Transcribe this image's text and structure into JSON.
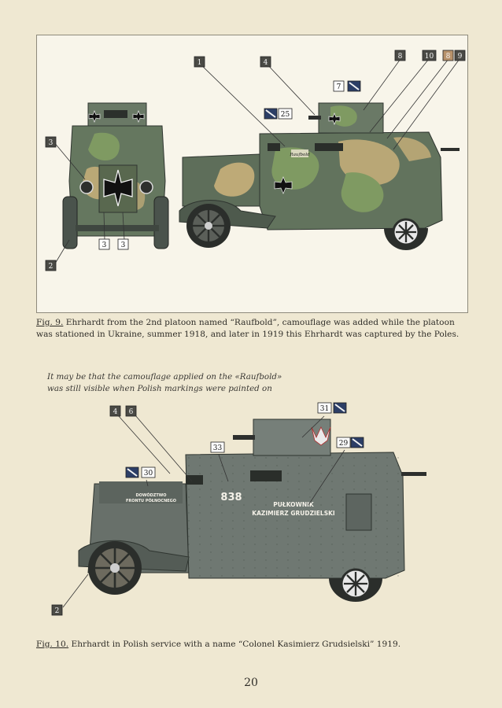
{
  "figure1": {
    "caption_fig": "Fig. 9.",
    "caption_text": " Ehrhardt from the 2nd platoon named “Raufbold”, camouflage was added while the platoon was stationed in Ukraine, summer 1918, and later in 1919 this Ehrhardt was captured by the Poles.",
    "vehicle_name_marking": "Raufbold",
    "callouts": [
      "1",
      "4",
      "7",
      "25",
      "3",
      "3",
      "3",
      "2",
      "8",
      "10",
      "8",
      "9"
    ]
  },
  "figure2": {
    "note": "It may be that the camouflage applied on the «Raufbold» was still visible when Polish markings were painted on",
    "caption_fig": "Fig. 10.",
    "caption_text": " Ehrhardt in Polish service with a name “Colonel Kasimierz Grudsielski” 1919.",
    "hull_number": "838",
    "name_marking_line1": "PUŁKOWNIK",
    "name_marking_line2": "KAZIMIERZ GRUDZIELSKI",
    "front_marking_line1": "DOWÓDZTWO",
    "front_marking_line2": "FRONTU PÓŁNOCNEGO",
    "callouts": [
      "4",
      "6",
      "31",
      "33",
      "29",
      "30",
      "2"
    ]
  },
  "page_number": "20",
  "colors": {
    "paper": "#efe8d2",
    "panel": "#f8f5ea",
    "grey_green": "#5f6f5f",
    "camo_green": "#6f8a55",
    "camo_sand": "#c9b07a",
    "polish_grey": "#6e7670"
  }
}
